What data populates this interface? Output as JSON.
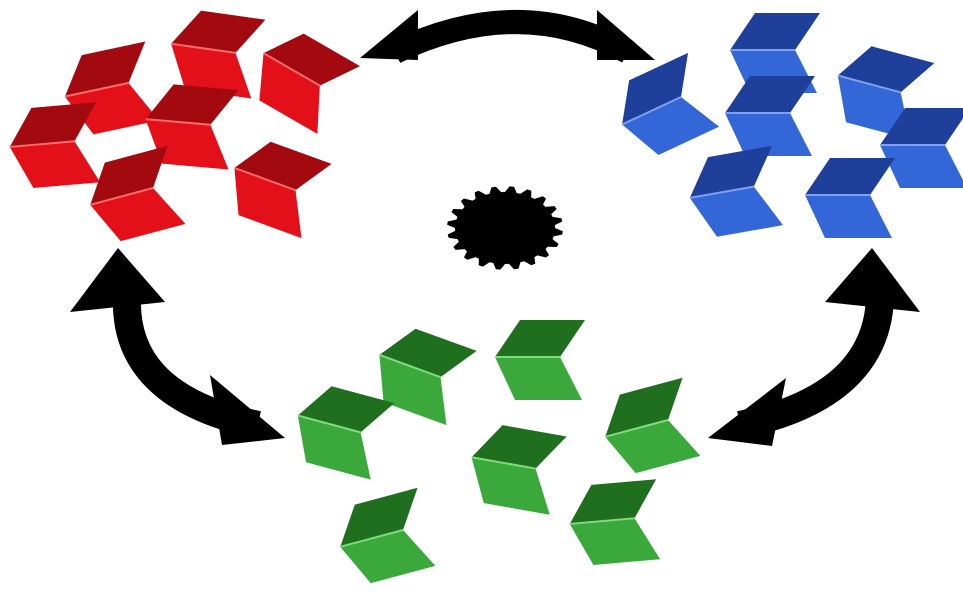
{
  "diagram": {
    "background": "#ffffff",
    "arrow_color": "#000000",
    "center_symbol": "gear-icon",
    "groups": [
      {
        "name": "red",
        "color": "#e3101a",
        "shade": "#a30a10",
        "edge": "#ff6a6a",
        "count": 7
      },
      {
        "name": "blue",
        "color": "#3366d6",
        "shade": "#1e3f9a",
        "edge": "#7fa0f0",
        "count": 7
      },
      {
        "name": "green",
        "color": "#3aa83a",
        "shade": "#1f6f1f",
        "edge": "#7fdc7f",
        "count": 7
      }
    ],
    "arrows": [
      {
        "from": "red",
        "to": "blue",
        "style": "double-headed"
      },
      {
        "from": "red",
        "to": "green",
        "style": "double-headed"
      },
      {
        "from": "blue",
        "to": "green",
        "style": "double-headed"
      }
    ]
  }
}
